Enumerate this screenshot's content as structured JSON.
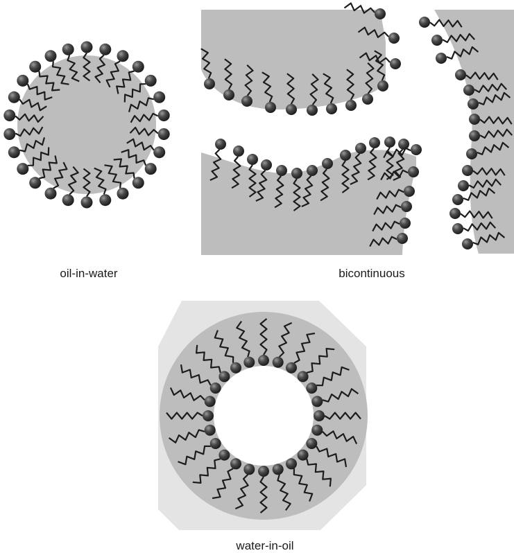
{
  "labels": {
    "oil_in_water": "oil-in-water",
    "bicontinuous": "bicontinuous",
    "water_in_oil": "water-in-oil"
  },
  "colors": {
    "oil_region": "#bdbdbd",
    "outer_halo": "#e4e4e4",
    "surfactant_head": "#3a3a3a",
    "surfactant_tail": "#1c1c1c",
    "background": "#ffffff"
  }
}
